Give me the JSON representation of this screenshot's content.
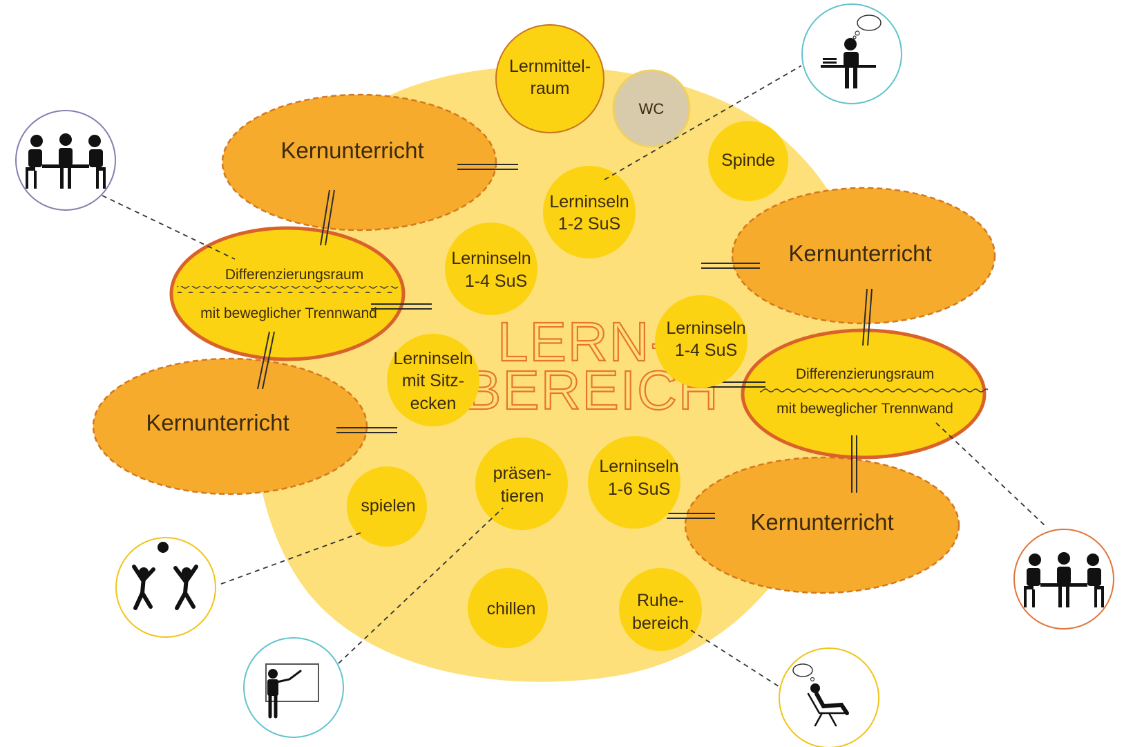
{
  "title": {
    "line1": "LERN-",
    "line2": "BEREICH"
  },
  "colors": {
    "main_area": "#fde07a",
    "circle_fill": "#fcd312",
    "kern_fill": "#f6ab2c",
    "kern_border": "#d4781f",
    "diff_border": "#d9622b",
    "wc_fill": "#d7cbab",
    "title_outline": "#e8762a",
    "icon_purple": "#8a7bb0",
    "icon_teal": "#62c3cc",
    "icon_yellow": "#f0c419",
    "icon_orange": "#e0753a"
  },
  "rooms": {
    "lernmittel": [
      "Lernmittel-",
      "raum"
    ],
    "wc": "WC",
    "spinde": "Spinde"
  },
  "kern": [
    "Kernunterricht",
    "Kernunterricht",
    "Kernunterricht",
    "Kernunterricht"
  ],
  "diff": [
    {
      "label": "Differenzierungsraum",
      "sub": "mit beweglicher Trennwand"
    },
    {
      "label": "Differenzierungsraum",
      "sub": "mit beweglicher Trennwand"
    }
  ],
  "islands": {
    "i12": [
      "Lerninseln",
      "1-2 SuS"
    ],
    "i14a": [
      "Lerninseln",
      "1-4 SuS"
    ],
    "i14b": [
      "Lerninseln",
      "1-4 SuS"
    ],
    "isitz": [
      "Lerninseln",
      "mit Sitz-",
      "ecken"
    ],
    "i16": [
      "Lerninseln",
      "1-6 SuS"
    ]
  },
  "activities": {
    "spielen": "spielen",
    "praesentieren": [
      "präsen-",
      "tieren"
    ],
    "chillen": "chillen",
    "ruhe": [
      "Ruhe-",
      "bereich"
    ]
  },
  "icons": {
    "group_work_left": "group-table-icon",
    "individual_work": "desk-thinking-icon",
    "group_work_right": "group-table-icon",
    "playing": "playing-ball-icon",
    "presenting": "presenter-board-icon",
    "relaxing": "reclining-chair-icon"
  }
}
